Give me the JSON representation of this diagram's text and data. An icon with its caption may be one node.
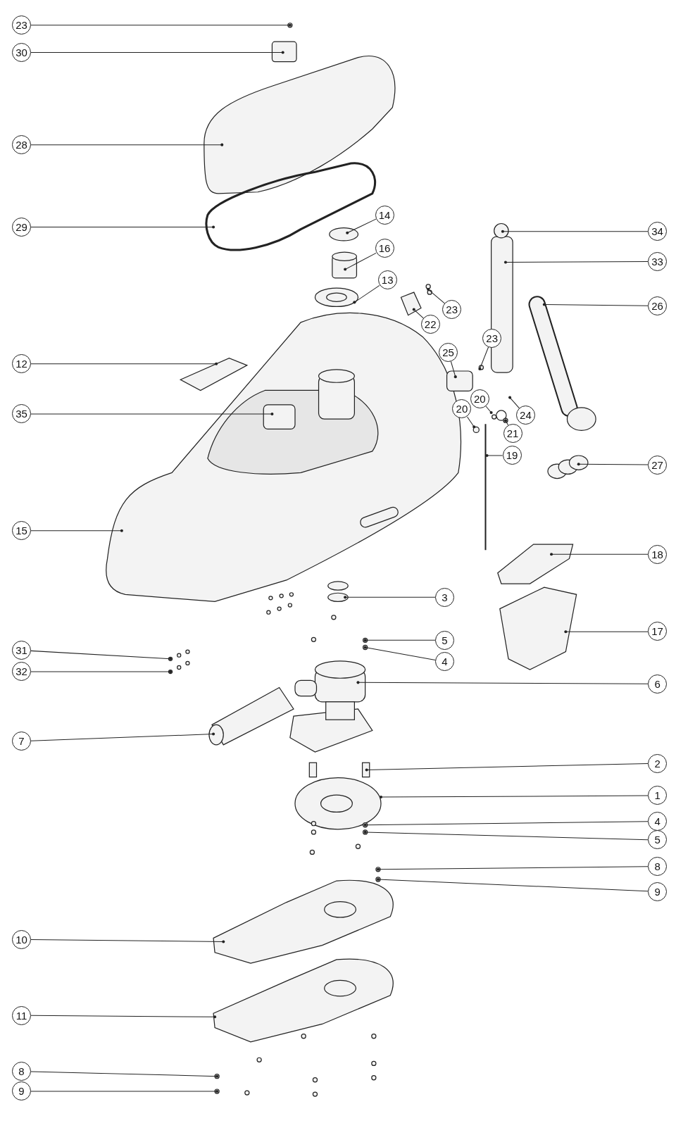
{
  "diagram": {
    "nodes": [
      {
        "text": [
          "23"
        ]
      },
      {
        "text": [
          "30"
        ]
      },
      {
        "text": [
          "28"
        ]
      },
      {
        "text": [
          "29"
        ]
      },
      {
        "text": [
          "12"
        ]
      },
      {
        "text": [
          "35"
        ]
      },
      {
        "text": [
          "15"
        ]
      },
      {
        "text": [
          "31"
        ]
      },
      {
        "text": [
          "32"
        ]
      },
      {
        "text": [
          "7"
        ]
      },
      {
        "text": [
          "10"
        ]
      },
      {
        "text": [
          "11"
        ]
      },
      {
        "text": [
          "8"
        ]
      },
      {
        "text": [
          "9"
        ]
      },
      {
        "text": [
          "14"
        ]
      },
      {
        "text": [
          "16"
        ]
      },
      {
        "text": [
          "34"
        ]
      },
      {
        "text": [
          "33"
        ]
      },
      {
        "text": [
          "13"
        ]
      },
      {
        "text": [
          "26"
        ]
      },
      {
        "text": [
          "23"
        ]
      },
      {
        "text": [
          "22"
        ]
      },
      {
        "text": [
          "23"
        ]
      },
      {
        "text": [
          "25"
        ]
      },
      {
        "text": [
          "20"
        ]
      },
      {
        "text": [
          "20"
        ]
      },
      {
        "text": [
          "24"
        ]
      },
      {
        "text": [
          "21"
        ]
      },
      {
        "text": [
          "19"
        ]
      },
      {
        "text": [
          "27"
        ]
      },
      {
        "text": [
          "18"
        ]
      },
      {
        "text": [
          "3"
        ]
      },
      {
        "text": [
          "17"
        ]
      },
      {
        "text": [
          "5"
        ]
      },
      {
        "text": [
          "4"
        ]
      },
      {
        "text": [
          "6"
        ]
      },
      {
        "text": [
          "2"
        ]
      },
      {
        "text": [
          "1"
        ]
      },
      {
        "text": [
          "4"
        ]
      },
      {
        "text": [
          "5"
        ]
      },
      {
        "text": [
          "8"
        ]
      },
      {
        "text": [
          "9"
        ]
      }
    ],
    "edges": [
      {
        "from": 0,
        "to": null,
        "arrow": "other"
      },
      {
        "from": 1,
        "to": null,
        "arrow": "other"
      },
      {
        "from": 2,
        "to": null,
        "arrow": "other"
      },
      {
        "from": 3,
        "to": null,
        "arrow": "other"
      },
      {
        "from": 4,
        "to": null,
        "arrow": "other"
      },
      {
        "from": 5,
        "to": null,
        "arrow": "other"
      },
      {
        "from": 6,
        "to": null,
        "arrow": "other"
      },
      {
        "from": 7,
        "to": null,
        "arrow": "other"
      },
      {
        "from": 8,
        "to": null,
        "arrow": "other"
      },
      {
        "from": 9,
        "to": null,
        "arrow": "other"
      },
      {
        "from": 10,
        "to": null,
        "arrow": "other"
      },
      {
        "from": 11,
        "to": null,
        "arrow": "other"
      },
      {
        "from": 12,
        "to": null,
        "arrow": "other"
      },
      {
        "from": 13,
        "to": null,
        "arrow": "other"
      },
      {
        "from": 14,
        "to": null,
        "arrow": "other"
      },
      {
        "from": 15,
        "to": null,
        "arrow": "other"
      },
      {
        "from": 16,
        "to": null,
        "arrow": "other"
      },
      {
        "from": 17,
        "to": null,
        "arrow": "other"
      },
      {
        "from": 18,
        "to": null,
        "arrow": "other"
      },
      {
        "from": 19,
        "to": null,
        "arrow": "other"
      },
      {
        "from": 20,
        "to": null,
        "arrow": "other"
      },
      {
        "from": 21,
        "to": null,
        "arrow": "other"
      },
      {
        "from": 22,
        "to": null,
        "arrow": "other"
      },
      {
        "from": 23,
        "to": null,
        "arrow": "other"
      },
      {
        "from": 24,
        "to": null,
        "arrow": "other"
      },
      {
        "from": 25,
        "to": null,
        "arrow": "other"
      },
      {
        "from": 26,
        "to": null,
        "arrow": "other"
      },
      {
        "from": 27,
        "to": null,
        "arrow": "other"
      },
      {
        "from": 28,
        "to": null,
        "arrow": "other"
      },
      {
        "from": 29,
        "to": null,
        "arrow": "other"
      },
      {
        "from": 30,
        "to": null,
        "arrow": "other"
      },
      {
        "from": 31,
        "to": null,
        "arrow": "other"
      },
      {
        "from": 32,
        "to": null,
        "arrow": "other"
      },
      {
        "from": 33,
        "to": null,
        "arrow": "other"
      },
      {
        "from": 34,
        "to": null,
        "arrow": "other"
      },
      {
        "from": 35,
        "to": null,
        "arrow": "other"
      },
      {
        "from": 36,
        "to": null,
        "arrow": "other"
      },
      {
        "from": 37,
        "to": null,
        "arrow": "other"
      },
      {
        "from": 38,
        "to": null,
        "arrow": "other"
      },
      {
        "from": 39,
        "to": null,
        "arrow": "other"
      },
      {
        "from": 40,
        "to": null,
        "arrow": "other"
      },
      {
        "from": 41,
        "to": null,
        "arrow": "other"
      }
    ]
  }
}
